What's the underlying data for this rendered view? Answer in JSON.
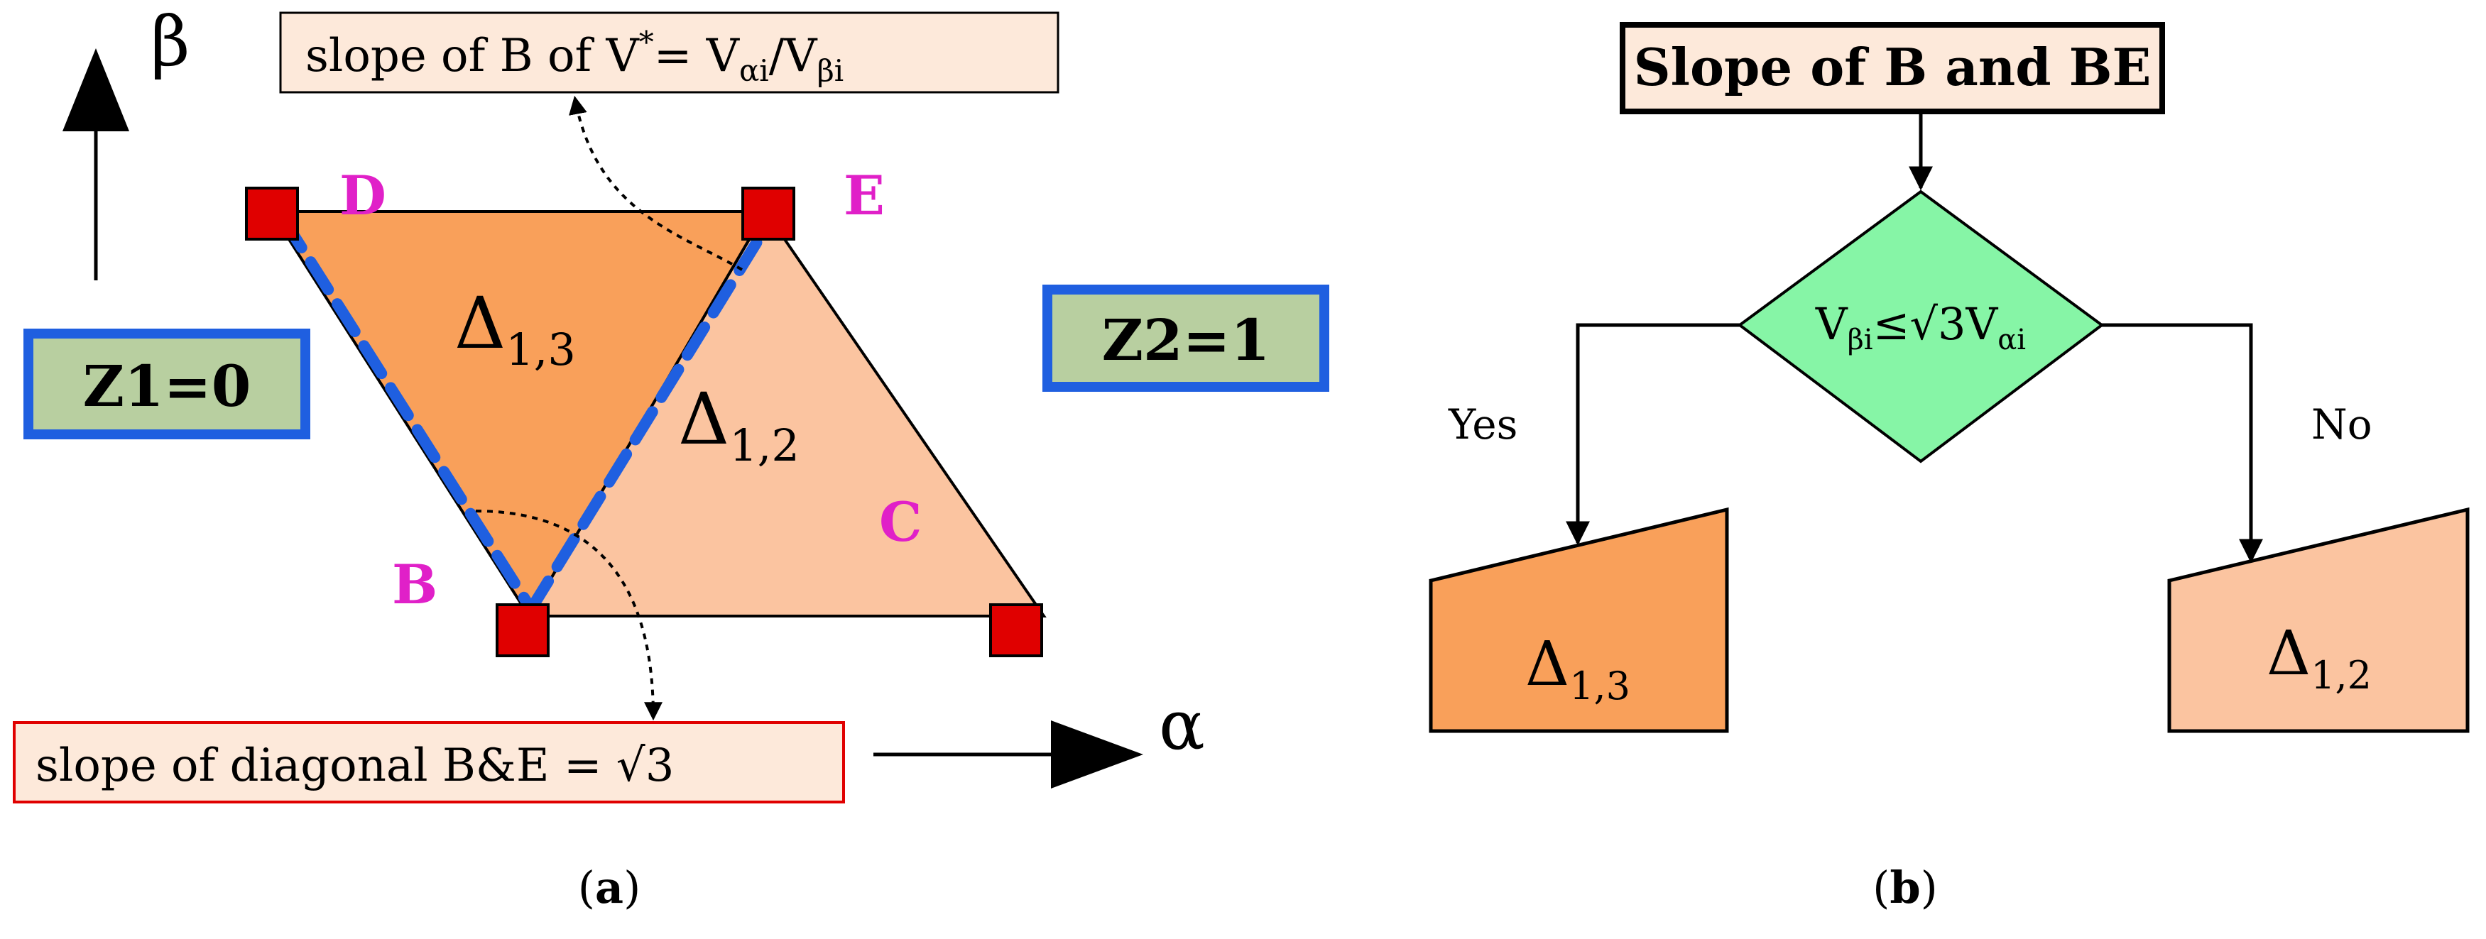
{
  "panel_a": {
    "axis_beta": "β",
    "axis_alpha": "α",
    "callout_top": {
      "text": "slope of B of V",
      "sup": "*",
      "eq": "= V",
      "sub1": "αi",
      "slash": "/V",
      "sub2": "βi"
    },
    "callout_bottom": "slope of diagonal B&E = √3",
    "zone_left": "Z1=0",
    "zone_right": "Z2=1",
    "vertices": {
      "d": "D",
      "e": "E",
      "b": "B",
      "c": "C"
    },
    "region_13": {
      "symbol": "Δ",
      "sub": "1,3"
    },
    "region_12": {
      "symbol": "Δ",
      "sub": "1,2"
    },
    "caption": {
      "open": "(",
      "letter": "a",
      "close": ")"
    }
  },
  "panel_b": {
    "title": "Slope of B and BE",
    "decision": {
      "v1": "V",
      "s1": "βi",
      "mid": "≤√3V",
      "s2": "αi"
    },
    "yes_label": "Yes",
    "no_label": "No",
    "out_left": {
      "symbol": "Δ",
      "sub": "1,3"
    },
    "out_right": {
      "symbol": "Δ",
      "sub": "1,2"
    },
    "caption": {
      "open": "(",
      "letter": "b",
      "close": ")"
    }
  },
  "colors": {
    "region_13": "#f9a05a",
    "region_12": "#fbc4a0",
    "callout_fill": "#fde9da",
    "zone_fill": "#b8cfa0",
    "zone_border": "#1f5fe0",
    "decision_fill": "#86f5a6",
    "vertex_label": "#e020c8",
    "vertex_marker": "#e00000",
    "dashed_diagonal": "#1f5fe0"
  }
}
